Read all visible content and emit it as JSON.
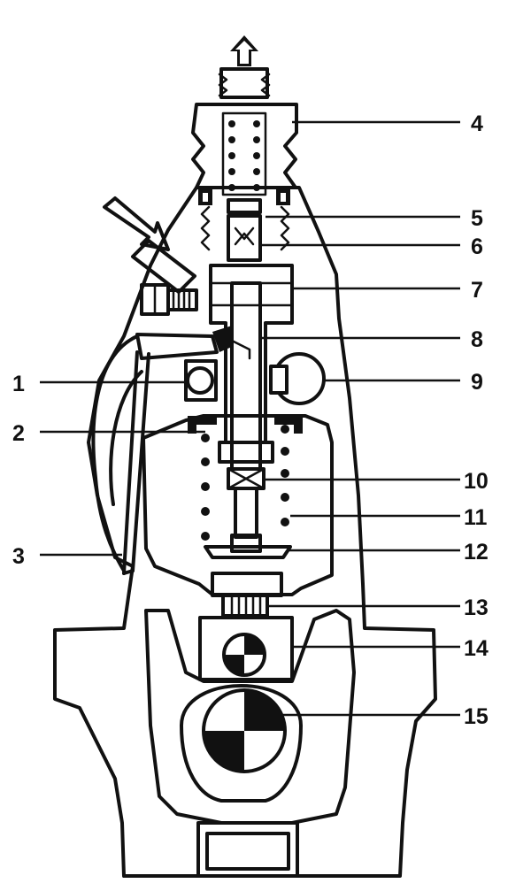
{
  "diagram": {
    "callouts": [
      {
        "id": "1",
        "label": "1"
      },
      {
        "id": "2",
        "label": "2"
      },
      {
        "id": "3",
        "label": "3"
      },
      {
        "id": "4",
        "label": "4"
      },
      {
        "id": "5",
        "label": "5"
      },
      {
        "id": "6",
        "label": "6"
      },
      {
        "id": "7",
        "label": "7"
      },
      {
        "id": "8",
        "label": "8"
      },
      {
        "id": "9",
        "label": "9"
      },
      {
        "id": "10",
        "label": "10"
      },
      {
        "id": "11",
        "label": "11"
      },
      {
        "id": "12",
        "label": "12"
      },
      {
        "id": "13",
        "label": "13"
      },
      {
        "id": "14",
        "label": "14"
      },
      {
        "id": "15",
        "label": "15"
      }
    ],
    "colors": {
      "ink": "#111111",
      "paper": "#ffffff"
    }
  }
}
